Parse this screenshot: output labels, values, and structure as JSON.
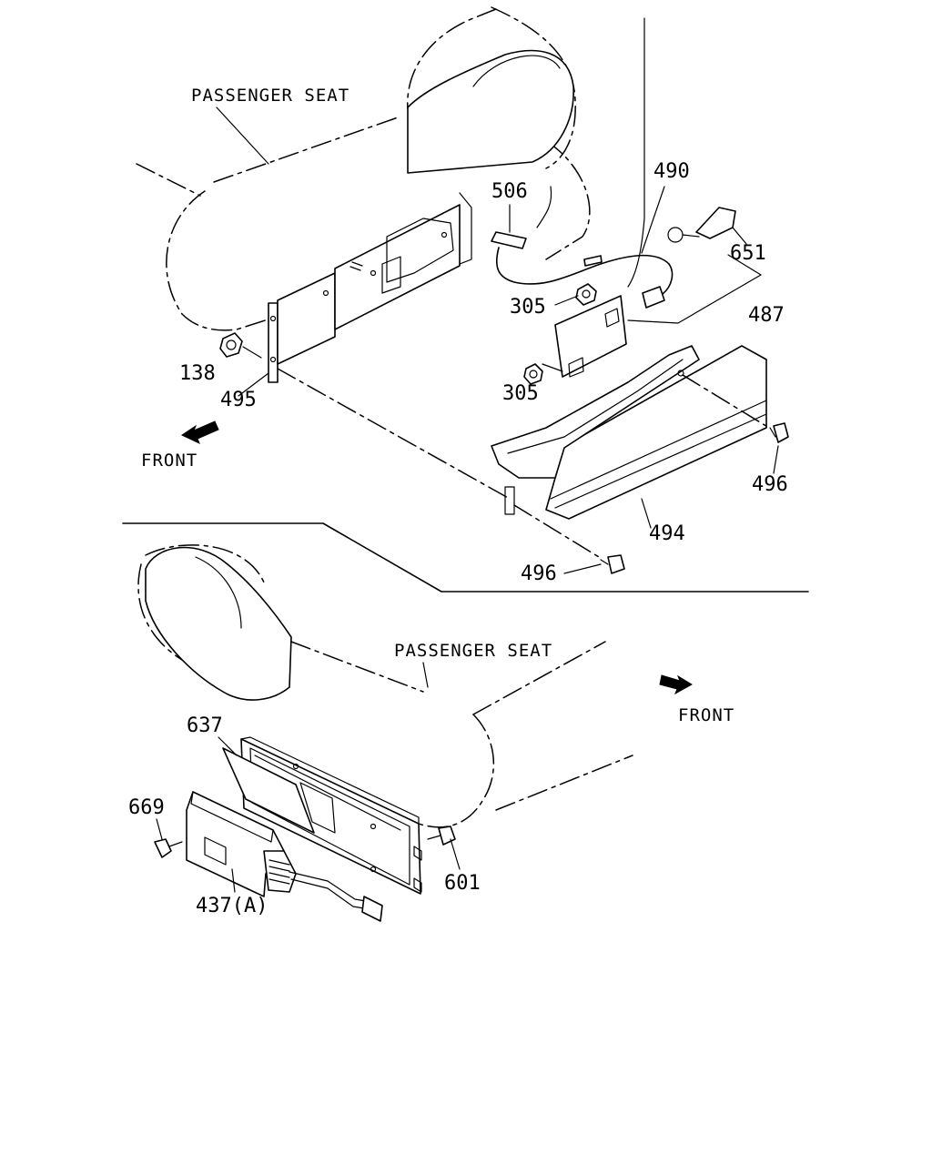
{
  "top_view": {
    "seat_label": "PASSENGER SEAT",
    "front_label": "FRONT",
    "callouts": {
      "p506": "506",
      "p490": "490",
      "p651": "651",
      "p305a": "305",
      "p487": "487",
      "p305b": "305",
      "p138": "138",
      "p495": "495",
      "p496a": "496",
      "p494": "494",
      "p496b": "496"
    }
  },
  "bottom_view": {
    "seat_label": "PASSENGER SEAT",
    "front_label": "FRONT",
    "callouts": {
      "p637": "637",
      "p669": "669",
      "p601": "601",
      "p437": "437(A)"
    }
  }
}
